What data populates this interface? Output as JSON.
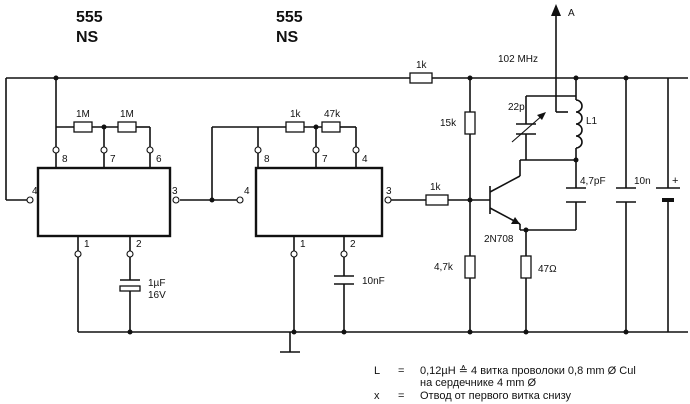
{
  "ic1": {
    "line1": "555",
    "line2": "NS",
    "pin_left": "4",
    "pin_right": "3",
    "pin_b1": "1",
    "pin_b2": "2",
    "pin_t8": "8",
    "pin_t7": "7",
    "pin_t6": "6"
  },
  "ic2": {
    "line1": "555",
    "line2": "NS",
    "pin_left": "4",
    "pin_right": "3",
    "pin_b1": "1",
    "pin_b2": "2",
    "pin_t8": "8",
    "pin_t7": "7",
    "pin_t4": "4"
  },
  "components": {
    "r_1M_a": "1M",
    "r_1M_b": "1M",
    "c_1uF": "1µF",
    "c_1uF_v": "16V",
    "r_1k_a": "1k",
    "r_47k": "47k",
    "c_10nF": "10nF",
    "r_1k_top": "1k",
    "r_15k": "15k",
    "r_1k_base": "1k",
    "r_4k7": "4,7k",
    "r_47ohm": "47Ω",
    "c_22p": "22p",
    "l1": "L1",
    "c_4p7": "4,7pF",
    "c_10n": "10n",
    "transistor": "2N708",
    "freq": "102 MHz",
    "antenna": "A",
    "plus": "+"
  },
  "notes": {
    "l_sym": "L",
    "l_eq": "=",
    "l_text1": "0,12µH ≙ 4 витка проволоки 0,8  mm Ø Cul",
    "l_text2": "на сердечнике 4  mm Ø",
    "x_sym": "x",
    "x_eq": "=",
    "x_text": "Отвод от первого витка снизу"
  }
}
